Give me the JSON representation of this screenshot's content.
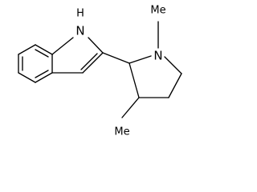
{
  "labels": {
    "nh": "H",
    "n1": "N",
    "n2": "N",
    "methyl_n": "Me",
    "methyl_c": "Me"
  }
}
